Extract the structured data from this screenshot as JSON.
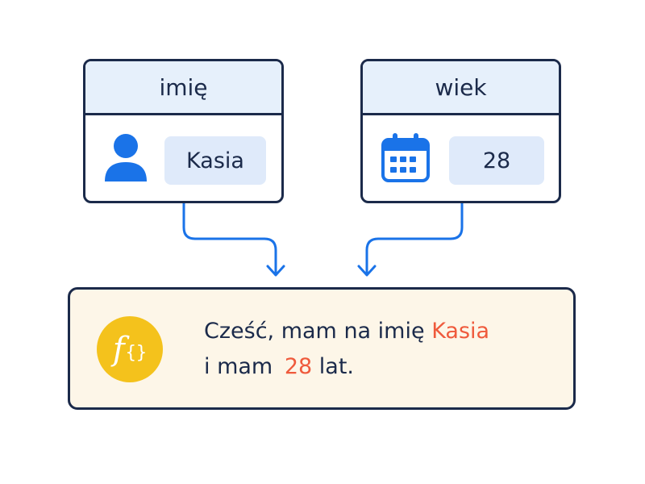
{
  "inputs": {
    "name_field": {
      "label": "imię",
      "value": "Kasia",
      "icon": "user-icon"
    },
    "age_field": {
      "label": "wiek",
      "value": "28",
      "icon": "calendar-icon"
    }
  },
  "output": {
    "icon": "function-icon",
    "line1_prefix": "Cześć, mam na imię",
    "line1_name": "Kasia",
    "line2_prefix": "i mam",
    "line2_age": "28",
    "line2_suffix": "lat."
  },
  "colors": {
    "border": "#1b2a4a",
    "header_bg": "#e6f0fb",
    "value_bg": "#dfeafa",
    "accent_blue": "#1a73e8",
    "highlight": "#ef5a3c",
    "output_bg": "#fdf6e8",
    "function_icon": "#f4c21c"
  }
}
